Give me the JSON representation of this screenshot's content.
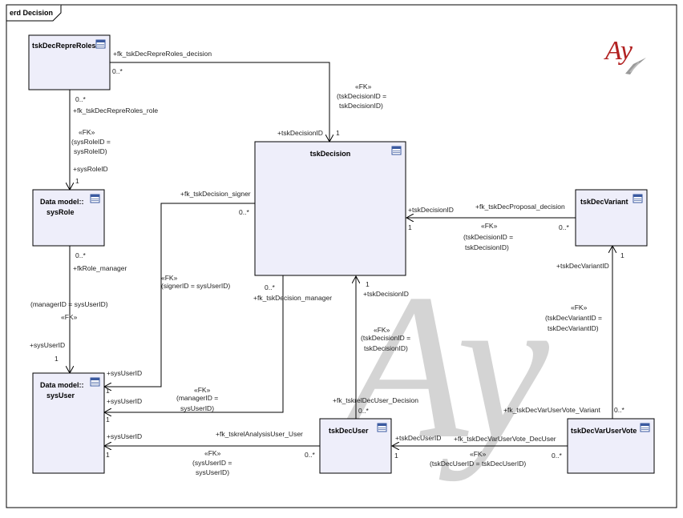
{
  "diagram": {
    "frame_title": "erd Decision",
    "logo_text": "Ay",
    "entities": [
      {
        "id": "repre",
        "lines": [
          "tskDecRepreRoles"
        ]
      },
      {
        "id": "role",
        "lines": [
          "Data model::",
          "sysRole"
        ]
      },
      {
        "id": "user",
        "lines": [
          "Data model::",
          "sysUser"
        ]
      },
      {
        "id": "decision",
        "lines": [
          "tskDecision"
        ]
      },
      {
        "id": "variant",
        "lines": [
          "tskDecVariant"
        ]
      },
      {
        "id": "decuser",
        "lines": [
          "tskDecUser"
        ]
      },
      {
        "id": "vote",
        "lines": [
          "tskDecVarUserVote"
        ]
      }
    ],
    "labels": [
      {
        "id": "l1",
        "text": "+fk_tskDecRepreRoles_decision"
      },
      {
        "id": "l2",
        "text": "0..*"
      },
      {
        "id": "l3",
        "text": "«FK»"
      },
      {
        "id": "l4",
        "text": "(tskDecisionID ="
      },
      {
        "id": "l5",
        "text": "tskDecisionID)"
      },
      {
        "id": "l6",
        "text": "+tskDecisionID"
      },
      {
        "id": "l7",
        "text": "1"
      },
      {
        "id": "l8",
        "text": "0..*"
      },
      {
        "id": "l9",
        "text": "+fk_tskDecRepreRoles_role"
      },
      {
        "id": "l10",
        "text": "«FK»"
      },
      {
        "id": "l11",
        "text": "(sysRoleID ="
      },
      {
        "id": "l12",
        "text": "sysRoleID)"
      },
      {
        "id": "l13",
        "text": "+sysRoleID"
      },
      {
        "id": "l14",
        "text": "1"
      },
      {
        "id": "l15",
        "text": "+fk_tskDecision_signer"
      },
      {
        "id": "l16",
        "text": "0..*"
      },
      {
        "id": "l17",
        "text": "«FK»"
      },
      {
        "id": "l18",
        "text": "(signerID = sysUserID)"
      },
      {
        "id": "l19",
        "text": "0..*"
      },
      {
        "id": "l20",
        "text": "+fkRole_manager"
      },
      {
        "id": "l21",
        "text": "(managerID = sysUserID)"
      },
      {
        "id": "l22",
        "text": "«FK»"
      },
      {
        "id": "l23",
        "text": "+sysUserID"
      },
      {
        "id": "l24",
        "text": "1"
      },
      {
        "id": "l25",
        "text": "+sysUserID"
      },
      {
        "id": "l26",
        "text": "1"
      },
      {
        "id": "l27",
        "text": "0..*"
      },
      {
        "id": "l28",
        "text": "+fk_tskDecision_manager"
      },
      {
        "id": "l29",
        "text": "«FK»"
      },
      {
        "id": "l30",
        "text": "(managerID ="
      },
      {
        "id": "l31",
        "text": "sysUserID)"
      },
      {
        "id": "l32",
        "text": "+sysUserID"
      },
      {
        "id": "l33",
        "text": "1"
      },
      {
        "id": "l34",
        "text": "+tskDecisionID"
      },
      {
        "id": "l35",
        "text": "1"
      },
      {
        "id": "l36",
        "text": "+fk_tskDecProposal_decision"
      },
      {
        "id": "l37",
        "text": "0..*"
      },
      {
        "id": "l38",
        "text": "«FK»"
      },
      {
        "id": "l39",
        "text": "(tskDecisionID ="
      },
      {
        "id": "l40",
        "text": "tskDecisionID)"
      },
      {
        "id": "l41",
        "text": "1"
      },
      {
        "id": "l42",
        "text": "+tskDecisionID"
      },
      {
        "id": "l43",
        "text": "«FK»"
      },
      {
        "id": "l44",
        "text": "(tskDecisionID ="
      },
      {
        "id": "l45",
        "text": "tskDecisionID)"
      },
      {
        "id": "l46",
        "text": "+fk_tskrelDecUser_Decision"
      },
      {
        "id": "l47",
        "text": "0..*"
      },
      {
        "id": "l48",
        "text": "1"
      },
      {
        "id": "l49",
        "text": "+tskDecVariantID"
      },
      {
        "id": "l50",
        "text": "«FK»"
      },
      {
        "id": "l51",
        "text": "(tskDecVariantID ="
      },
      {
        "id": "l52",
        "text": "tskDecVariantID)"
      },
      {
        "id": "l53",
        "text": "+fk_tskDecVarUserVote_Variant"
      },
      {
        "id": "l54",
        "text": "0..*"
      },
      {
        "id": "l55",
        "text": "+sysUserID"
      },
      {
        "id": "l56",
        "text": "1"
      },
      {
        "id": "l57",
        "text": "+fk_tskrelAnalysisUser_User"
      },
      {
        "id": "l58",
        "text": "0..*"
      },
      {
        "id": "l59",
        "text": "«FK»"
      },
      {
        "id": "l60",
        "text": "(sysUserID ="
      },
      {
        "id": "l61",
        "text": "sysUserID)"
      },
      {
        "id": "l62",
        "text": "+tskDecUserID"
      },
      {
        "id": "l63",
        "text": "1"
      },
      {
        "id": "l64",
        "text": "+fk_tskDecVarUserVote_DecUser"
      },
      {
        "id": "l65",
        "text": "0..*"
      },
      {
        "id": "l66",
        "text": "«FK»"
      },
      {
        "id": "l67",
        "text": "(tskDecUserID = tskDecUserID)"
      }
    ]
  }
}
